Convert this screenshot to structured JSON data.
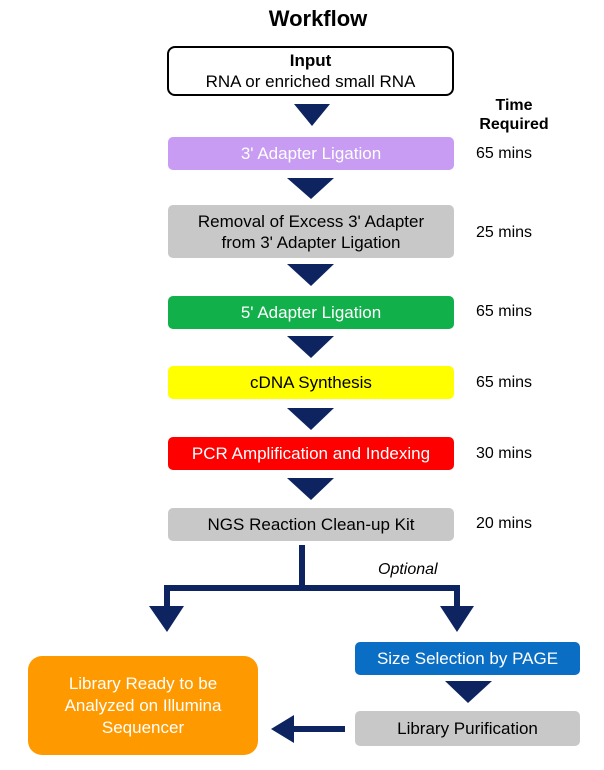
{
  "title": "Workflow",
  "time_header": [
    "Time",
    "Required"
  ],
  "steps": [
    {
      "lines": [
        "Input",
        "RNA or enriched small RNA"
      ],
      "time": ""
    },
    {
      "lines": [
        "3' Adapter Ligation"
      ],
      "time": "65 mins",
      "color": "#c79cf2"
    },
    {
      "lines": [
        "Removal of Excess 3' Adapter",
        "from 3' Adapter Ligation"
      ],
      "time": "25 mins",
      "color": "#c8c8c8"
    },
    {
      "lines": [
        "5' Adapter Ligation"
      ],
      "time": "65 mins",
      "color": "#11b04b"
    },
    {
      "lines": [
        "cDNA Synthesis"
      ],
      "time": "65 mins",
      "color": "#ffff00"
    },
    {
      "lines": [
        "PCR Amplification and Indexing"
      ],
      "time": "30 mins",
      "color": "#ff0000"
    },
    {
      "lines": [
        "NGS Reaction Clean-up Kit"
      ],
      "time": "20 mins",
      "color": "#c8c8c8"
    }
  ],
  "optional_label": "Optional",
  "branch": {
    "size_selection": {
      "label": "Size Selection by PAGE",
      "color": "#0a6fc4"
    },
    "library_purification": {
      "label": "Library Purification",
      "color": "#c8c8c8"
    },
    "library_ready": {
      "lines": [
        "Library Ready to be",
        "Analyzed on Illumina",
        "Sequencer"
      ],
      "color": "#ff9900"
    }
  },
  "arrow_color": "#0d2460"
}
